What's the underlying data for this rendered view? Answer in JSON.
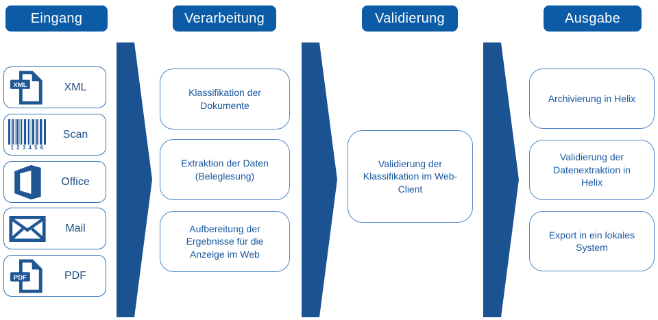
{
  "diagram": {
    "columns": [
      {
        "title": "Eingang",
        "items": [
          {
            "label": "XML",
            "badge": "XML"
          },
          {
            "label": "Scan",
            "barcode_digits": "123456"
          },
          {
            "label": "Office"
          },
          {
            "label": "Mail"
          },
          {
            "label": "PDF",
            "badge": "PDF"
          }
        ]
      },
      {
        "title": "Verarbeitung",
        "items": [
          {
            "label": "Klassifikation der Dokumente"
          },
          {
            "label": "Extraktion der Daten (Beleglesung)"
          },
          {
            "label": "Aufbereitung der Ergebnisse für die Anzeige im Web"
          }
        ]
      },
      {
        "title": "Validierung",
        "items": [
          {
            "label": "Validierung der Klassifikation im Web-Client"
          }
        ]
      },
      {
        "title": "Ausgabe",
        "items": [
          {
            "label": "Archivierung in Helix"
          },
          {
            "label": "Validierung der Datenextraktion in Helix"
          },
          {
            "label": "Export in ein lokales System"
          }
        ]
      }
    ],
    "colors": {
      "header_blue": "#0B5BA7",
      "arrow_blue": "#1B5291",
      "icon_blue": "#1F5795",
      "box_border_dark": "#2E74B5",
      "box_border_light": "#4E86C6",
      "box_text": "#17579E",
      "label_text": "#1D4E80"
    }
  }
}
